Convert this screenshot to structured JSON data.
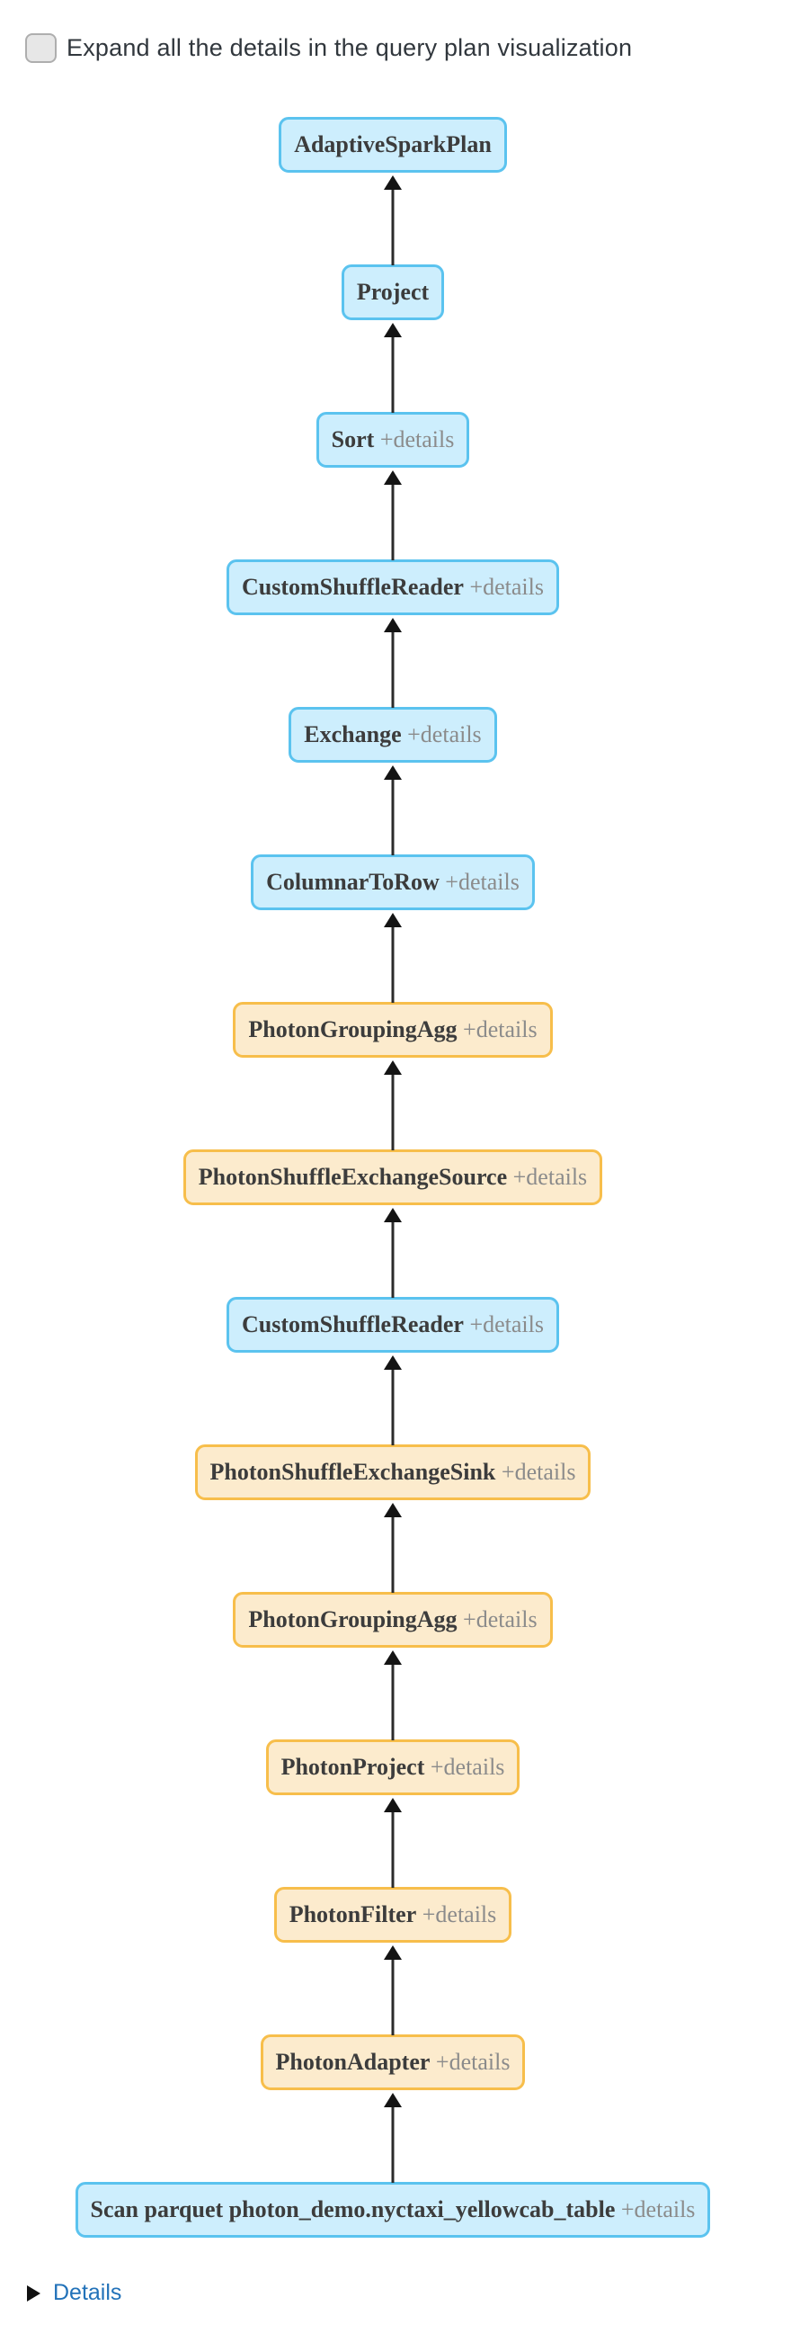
{
  "header": {
    "checkbox_checked": false,
    "label": "Expand all the details in the query plan visualization"
  },
  "plan": {
    "direction": "bottom-up-arrows",
    "details_suffix": "+details",
    "nodes": [
      {
        "label": "AdaptiveSparkPlan",
        "has_details": false,
        "category": "spark"
      },
      {
        "label": "Project",
        "has_details": false,
        "category": "spark"
      },
      {
        "label": "Sort",
        "has_details": true,
        "category": "spark"
      },
      {
        "label": "CustomShuffleReader",
        "has_details": true,
        "category": "spark"
      },
      {
        "label": "Exchange",
        "has_details": true,
        "category": "spark"
      },
      {
        "label": "ColumnarToRow",
        "has_details": true,
        "category": "spark"
      },
      {
        "label": "PhotonGroupingAgg",
        "has_details": true,
        "category": "photon"
      },
      {
        "label": "PhotonShuffleExchangeSource",
        "has_details": true,
        "category": "photon"
      },
      {
        "label": "CustomShuffleReader",
        "has_details": true,
        "category": "spark"
      },
      {
        "label": "PhotonShuffleExchangeSink",
        "has_details": true,
        "category": "photon"
      },
      {
        "label": "PhotonGroupingAgg",
        "has_details": true,
        "category": "photon"
      },
      {
        "label": "PhotonProject",
        "has_details": true,
        "category": "photon"
      },
      {
        "label": "PhotonFilter",
        "has_details": true,
        "category": "photon"
      },
      {
        "label": "PhotonAdapter",
        "has_details": true,
        "category": "photon"
      },
      {
        "label": "Scan parquet photon_demo.nyctaxi_yellowcab_table",
        "has_details": true,
        "category": "spark"
      }
    ]
  },
  "colors": {
    "spark_fill": "#cdeefd",
    "spark_border": "#5bc3ef",
    "photon_fill": "#fcebcd",
    "photon_border": "#f7be4b",
    "node_text": "#3c3c3c",
    "details_text": "#8b8b8b",
    "edge": "#2b2b2b",
    "link": "#2272b9"
  },
  "footer": {
    "details_label": "Details",
    "expanded": false
  }
}
